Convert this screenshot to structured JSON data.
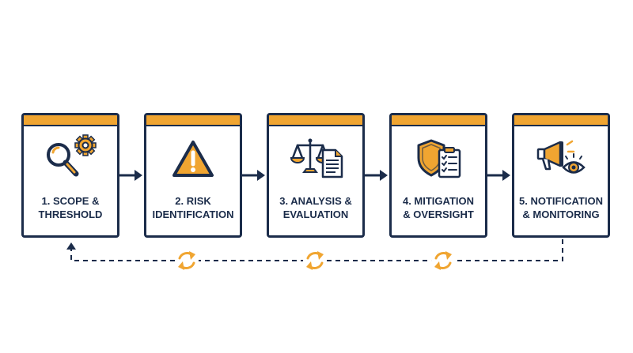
{
  "colors": {
    "navy": "#1b2c4a",
    "accent": "#f0a531",
    "background": "#ffffff"
  },
  "steps": [
    {
      "line1": "1. SCOPE &",
      "line2": "THRESHOLD",
      "icon": "magnifier-gear-icon"
    },
    {
      "line1": "2. RISK",
      "line2": "IDENTIFICATION",
      "icon": "warning-triangle-icon"
    },
    {
      "line1": "3. ANALYSIS &",
      "line2": "EVALUATION",
      "icon": "scales-document-icon"
    },
    {
      "line1": "4. MITIGATION",
      "line2": "& OVERSIGHT",
      "icon": "shield-clipboard-icon"
    },
    {
      "line1": "5. NOTIFICATION",
      "line2": "& MONITORING",
      "icon": "megaphone-eye-icon"
    }
  ],
  "feedback_loop": {
    "cycle_icons": [
      "cycle-icon",
      "cycle-icon",
      "cycle-icon"
    ]
  }
}
